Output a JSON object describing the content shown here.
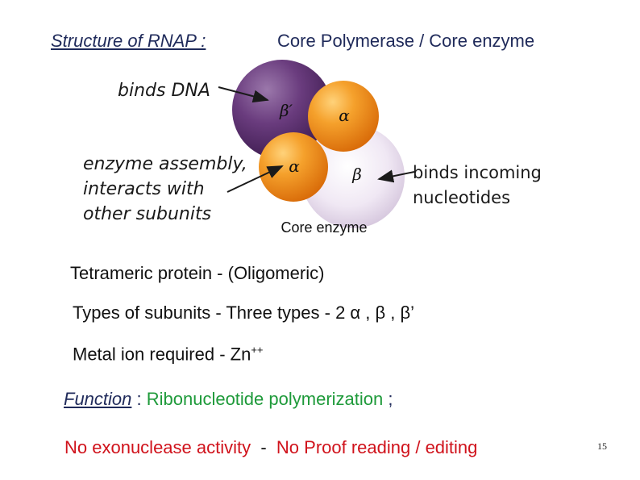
{
  "header": {
    "title_left": "Structure of RNAP :",
    "title_right": "Core Polymerase  /   Core enzyme"
  },
  "figure": {
    "caption": "Core enzyme",
    "subunits": {
      "beta_prime": "β′",
      "alpha_top": "α",
      "alpha_left": "α",
      "beta": "β"
    },
    "colors": {
      "purple": "#5a2e6e",
      "orange": "#f08a1a",
      "light_purple": "#e9dff0"
    }
  },
  "labels": {
    "binds_dna": "binds DNA",
    "assembly": [
      "enzyme assembly,",
      "interacts with",
      "other subunits"
    ],
    "incoming": [
      "binds incoming",
      "nucleotides"
    ]
  },
  "facts": {
    "tetrameric": "Tetrameric protein  -  (Oligomeric)",
    "types": "Types of subunits   -  Three types  - 2 α  ,  β  , β’",
    "metal_label": "Metal ion required  -   Zn",
    "metal_sup": "++"
  },
  "function": {
    "label": "Function",
    "colon": " : ",
    "text": "Ribonucleotide polymerization",
    "semicolon": " ;"
  },
  "exo": {
    "left": "No exonuclease activity",
    "dash": "  -  ",
    "right": "No Proof reading / editing"
  },
  "page_number": "15"
}
